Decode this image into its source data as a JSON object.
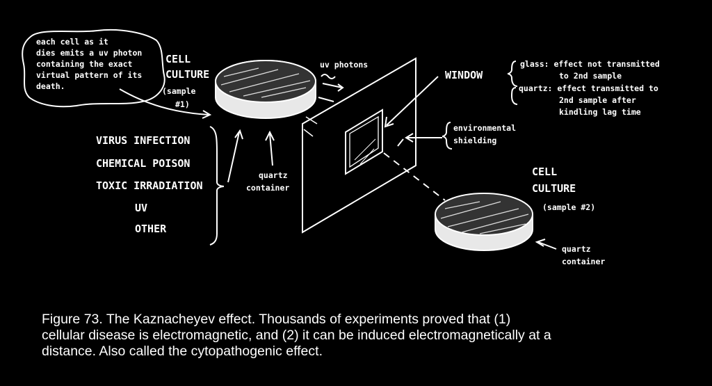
{
  "diagram": {
    "bubble_lines": [
      "each cell as it",
      "dies emits a uv photon",
      "containing the exact",
      "virtual pattern of its",
      "death."
    ],
    "cell_culture_1": [
      "CELL",
      "CULTURE",
      "(sample",
      "#1)"
    ],
    "uv_photons": "uv photons",
    "causes": [
      "VIRUS INFECTION",
      "CHEMICAL POISON",
      "TOXIC IRRADIATION",
      "UV",
      "OTHER"
    ],
    "quartz_container_1": [
      "quartz",
      "container"
    ],
    "window_label": "WINDOW",
    "glass_note": [
      "glass:  effect not transmitted",
      "to 2nd sample"
    ],
    "quartz_note": [
      "quartz: effect transmitted to",
      "2nd sample after",
      "kindling lag time"
    ],
    "shielding": [
      "environmental",
      "shielding"
    ],
    "cell_culture_2": [
      "CELL",
      "CULTURE",
      "(sample #2)"
    ],
    "quartz_container_2": [
      "quartz",
      "container"
    ]
  },
  "caption": {
    "lines": [
      "Figure 73.  The Kaznacheyev effect.  Thousands of experiments proved that (1)",
      "cellular disease is electromagnetic, and (2) it can be induced electromagnetically at a",
      "distance.  Also called the cytopathogenic effect."
    ]
  },
  "colors": {
    "background": "#000000",
    "ink": "#ffffff"
  }
}
